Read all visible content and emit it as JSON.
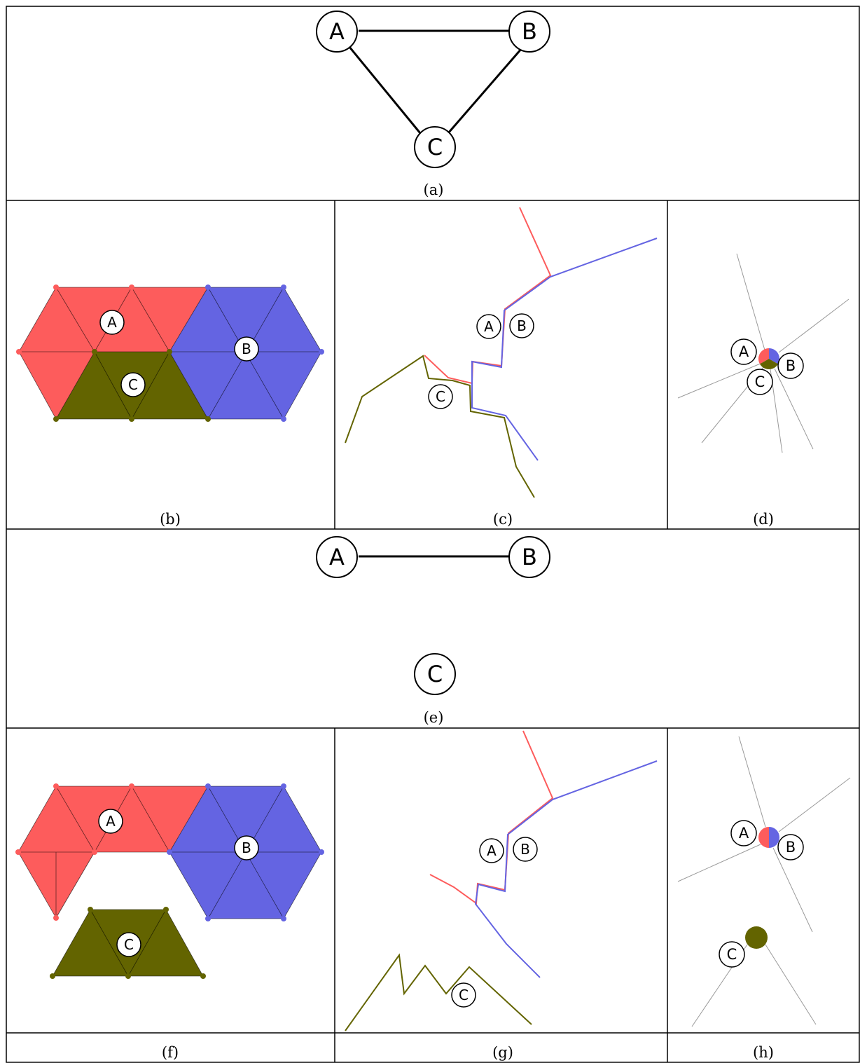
{
  "figure": {
    "captions": {
      "a": "(a)",
      "b": "(b)",
      "c": "(c)",
      "d": "(d)",
      "e": "(e)",
      "f": "(f)",
      "g": "(g)",
      "h": "(h)"
    },
    "node_labels": {
      "A": "A",
      "B": "B",
      "C": "C"
    },
    "colors": {
      "node_A": "#fd5c5c",
      "node_B": "#6464e2",
      "node_C": "#636400",
      "edge": "#000000",
      "border": "#000000",
      "gray_line": "#9a9a9a"
    },
    "graph_a": {
      "nodes": [
        "A",
        "B",
        "C"
      ],
      "edges": [
        [
          "A",
          "B"
        ],
        [
          "A",
          "C"
        ],
        [
          "B",
          "C"
        ]
      ]
    },
    "graph_e": {
      "nodes": [
        "A",
        "B",
        "C"
      ],
      "edges": [
        [
          "A",
          "B"
        ]
      ]
    }
  }
}
